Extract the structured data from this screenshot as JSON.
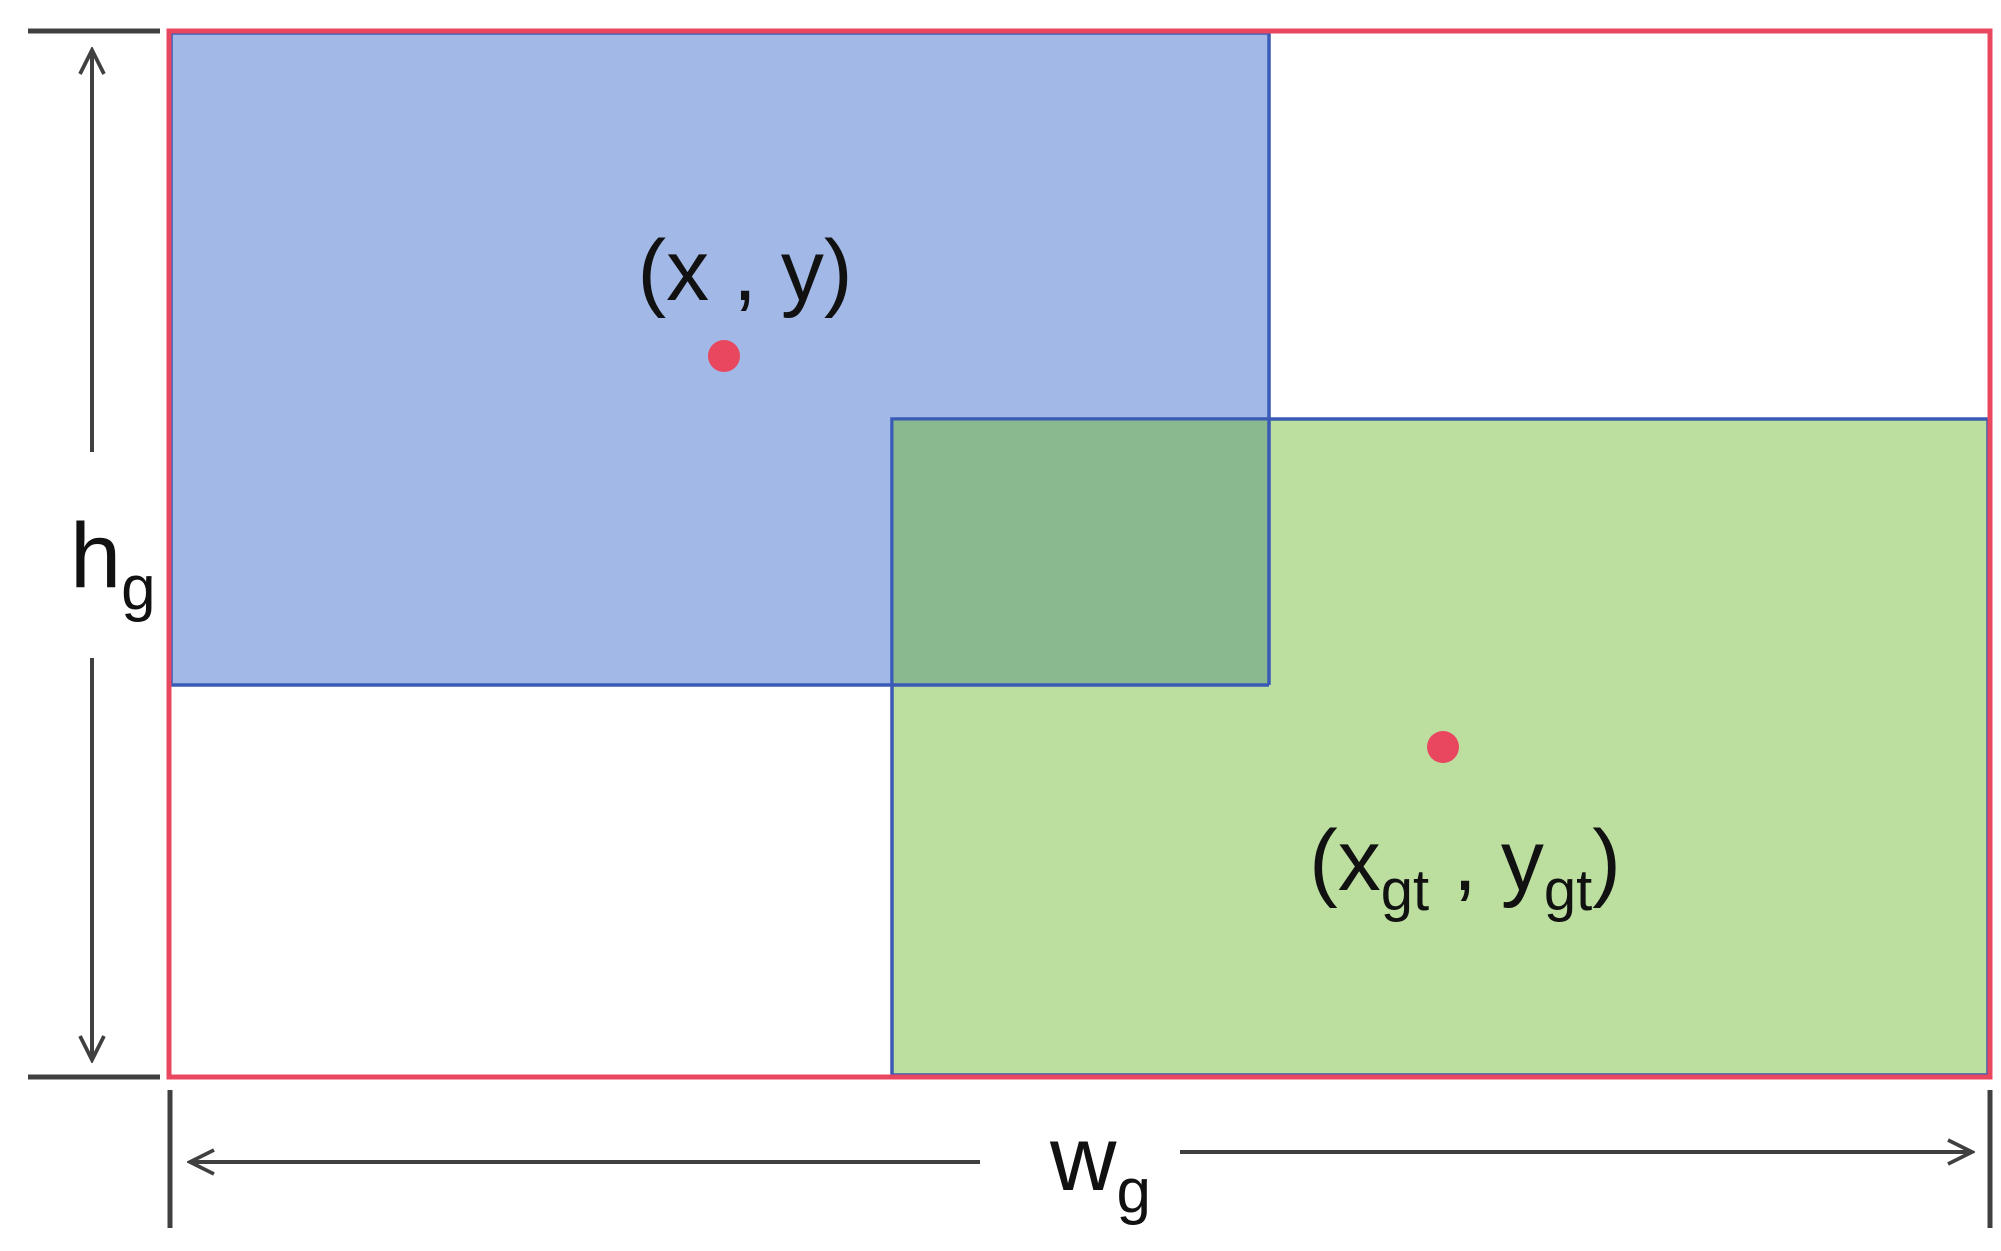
{
  "labels": {
    "pred_point": {
      "open": "(x",
      "sep": " , ",
      "y": "y",
      "close": ")"
    },
    "gt_point": {
      "open": "(x",
      "x_sub": "gt",
      "sep": " , ",
      "y": "y",
      "y_sub": "gt",
      "close": ")"
    },
    "height": {
      "base": "h",
      "sub": "g"
    },
    "width": {
      "base": "w",
      "sub": "g"
    }
  },
  "colors": {
    "enclosing_box": "#e8475f",
    "box_outline": "#3a5bb5",
    "pred_fill": "#a2b8e6",
    "gt_fill": "#bcdfa0",
    "overlap_fill": "#8ab88f",
    "center_point": "#e8475f",
    "dimension_line": "#404040"
  }
}
